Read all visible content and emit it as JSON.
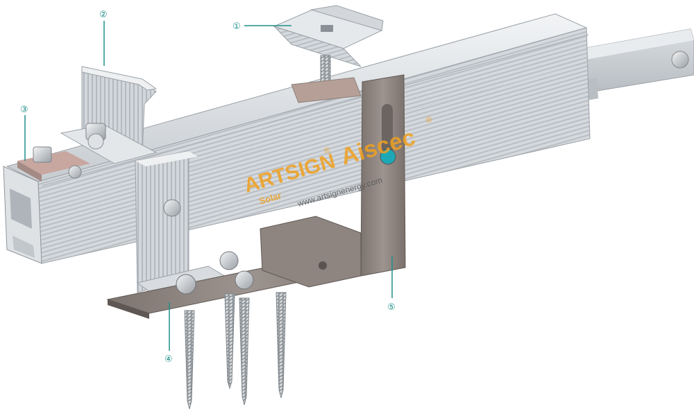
{
  "callouts": [
    {
      "id": "1",
      "label": "①"
    },
    {
      "id": "2",
      "label": "②"
    },
    {
      "id": "3",
      "label": "③"
    },
    {
      "id": "4",
      "label": "④"
    },
    {
      "id": "5",
      "label": "⑤"
    }
  ],
  "watermark": {
    "brand_left": "ARTSIGN",
    "brand_left_sub": "Solar",
    "brand_right": "Aiscec",
    "registered": "®",
    "url": "www.artsignenergy.com"
  },
  "colors": {
    "callout": "#1e8f8a",
    "aluminum": "#c9cdd1",
    "steel": "#8a817b",
    "watermark_orange": "#f0a020",
    "url_text": "#555555"
  },
  "icons": {
    "mid_clamp": "mid-clamp-icon",
    "end_clamp": "end-clamp-icon",
    "grounding_clip": "grounding-clip-icon",
    "roof_hook": "roof-hook-icon",
    "screws": "lag-screw-icon"
  }
}
